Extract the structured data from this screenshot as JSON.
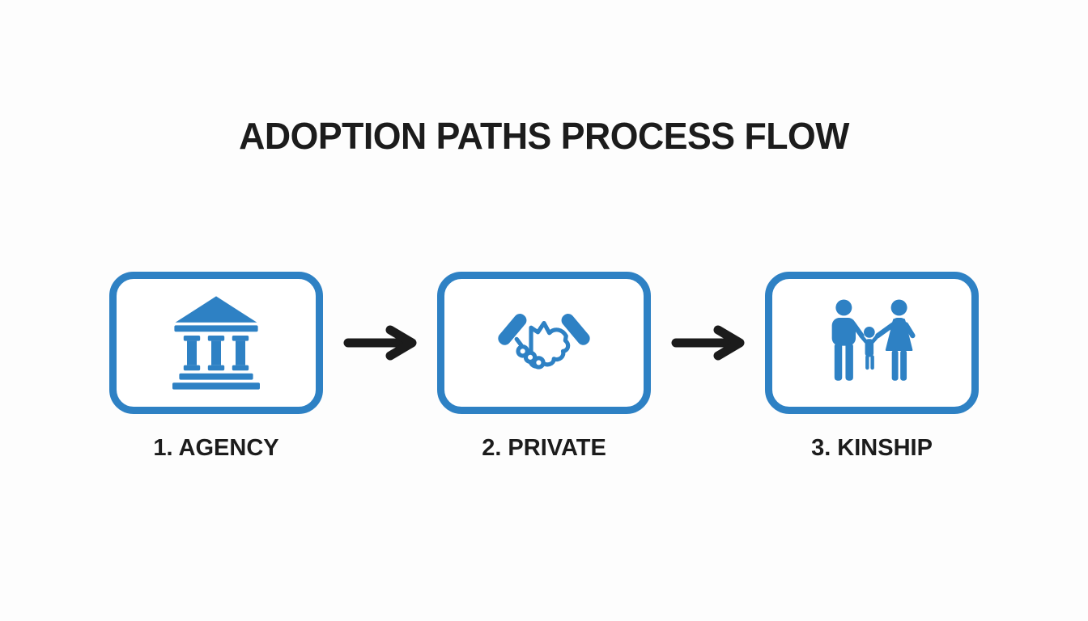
{
  "page": {
    "title": "ADOPTION PATHS PROCESS FLOW"
  },
  "colors": {
    "accent_blue": "#2e81c4",
    "text": "#1c1c1c",
    "arrow": "#1b1b1b",
    "background": "#fdfdfd"
  },
  "flow": {
    "steps": [
      {
        "number": "1",
        "name": "AGENCY",
        "label": "1. AGENCY",
        "icon": "bank-icon"
      },
      {
        "number": "2",
        "name": "PRIVATE",
        "label": "2. PRIVATE",
        "icon": "handshake-icon"
      },
      {
        "number": "3",
        "name": "KINSHIP",
        "label": "3. KINSHIP",
        "icon": "family-icon"
      }
    ],
    "connector_icon": "arrow-right-icon"
  }
}
